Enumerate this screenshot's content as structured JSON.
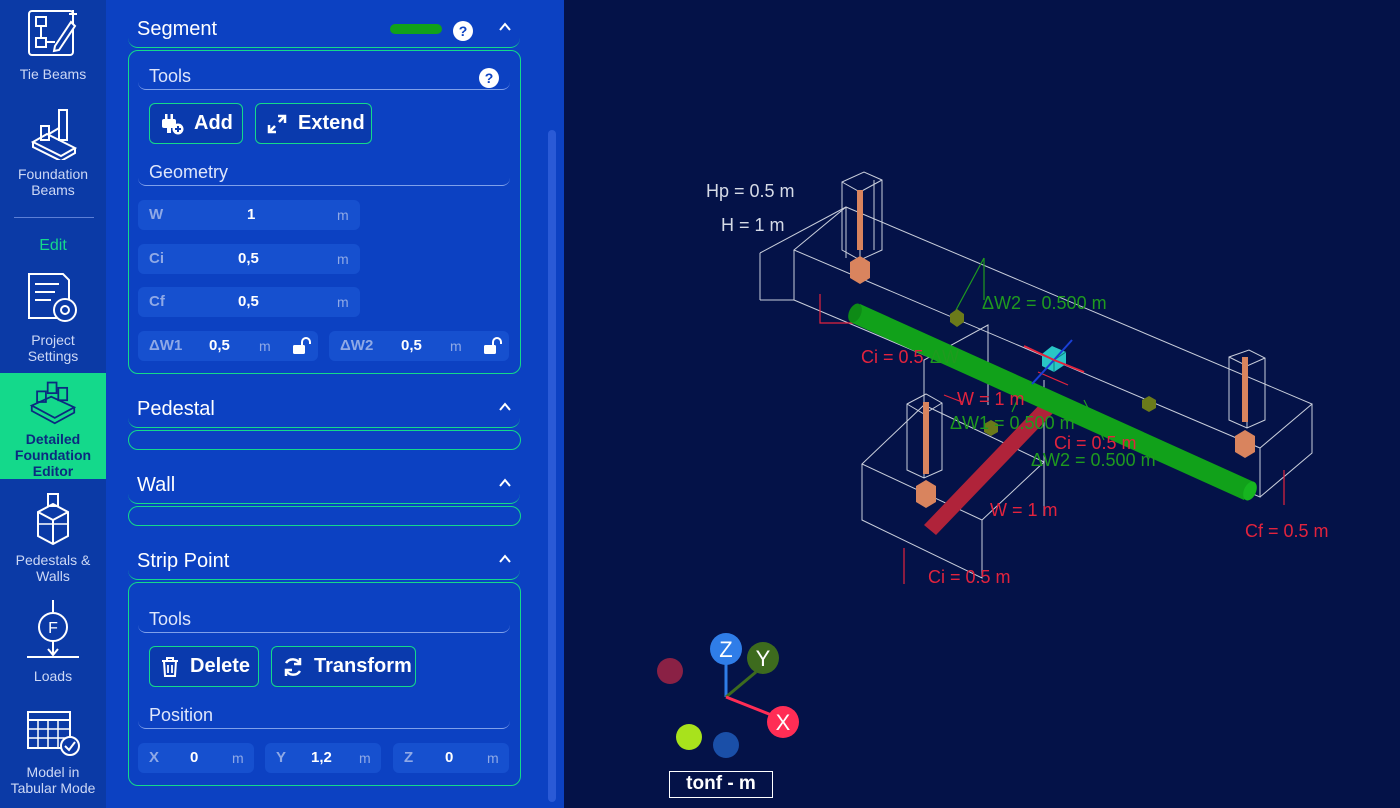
{
  "nav": {
    "tie_beams": "Tie Beams",
    "foundation_beams_1": "Foundation",
    "foundation_beams_2": "Beams",
    "edit": "Edit",
    "project_settings_1": "Project",
    "project_settings_2": "Settings",
    "detailed_1": "Detailed",
    "detailed_2": "Foundation",
    "detailed_3": "Editor",
    "pedestals_1": "Pedestals &",
    "pedestals_2": "Walls",
    "loads": "Loads",
    "tabular_1": "Model in",
    "tabular_2": "Tabular Mode"
  },
  "segment": {
    "title": "Segment",
    "color": "#11a11a",
    "help": "?",
    "tools_title": "Tools",
    "add_label": "Add",
    "extend_label": "Extend",
    "geometry_title": "Geometry",
    "fields": {
      "w_label": "W",
      "w_value": "1",
      "w_unit": "m",
      "ci_label": "Ci",
      "ci_value": "0,5",
      "ci_unit": "m",
      "cf_label": "Cf",
      "cf_value": "0,5",
      "cf_unit": "m",
      "dw1_label": "ΔW1",
      "dw1_value": "0,5",
      "dw1_unit": "m",
      "dw2_label": "ΔW2",
      "dw2_value": "0,5",
      "dw2_unit": "m"
    }
  },
  "pedestal": {
    "title": "Pedestal"
  },
  "wall": {
    "title": "Wall"
  },
  "strip_point": {
    "title": "Strip Point",
    "tools_title": "Tools",
    "delete_label": "Delete",
    "transform_label": "Transform",
    "position_title": "Position",
    "x_label": "X",
    "x_value": "0",
    "x_unit": "m",
    "y_label": "Y",
    "y_value": "1,2",
    "y_unit": "m",
    "z_label": "Z",
    "z_value": "0",
    "z_unit": "m"
  },
  "viewport": {
    "labels": {
      "hp": "Hp = 0.5 m",
      "h": "H = 1 m",
      "dw2_top": "ΔW2 = 0.500 m",
      "ci_top": "Ci = 0.5",
      "dw1_mid": "ΔW1 = 0.500 m",
      "dw1_mid_short": "ΔW",
      "w_mid": "W = 1 m",
      "dw1_low": "ΔW1 = 0.500 m",
      "ci_mid": "Ci = 0.5 m",
      "dw2_low": "ΔW2 = 0.500 m",
      "w_low": "W = 1 m",
      "cf_right": "Cf = 0.5 m",
      "ci_low": "Ci = 0.5 m"
    },
    "axes": {
      "z": "Z",
      "y": "Y",
      "x": "X"
    },
    "units": "tonf - m",
    "colors": {
      "segment": "#11a11a",
      "red_beam": "#b0233a",
      "pedestal": "#d9845e",
      "axis_x": "#ff2d55",
      "axis_y": "#3d6b1e",
      "axis_z": "#2f7de8"
    }
  }
}
